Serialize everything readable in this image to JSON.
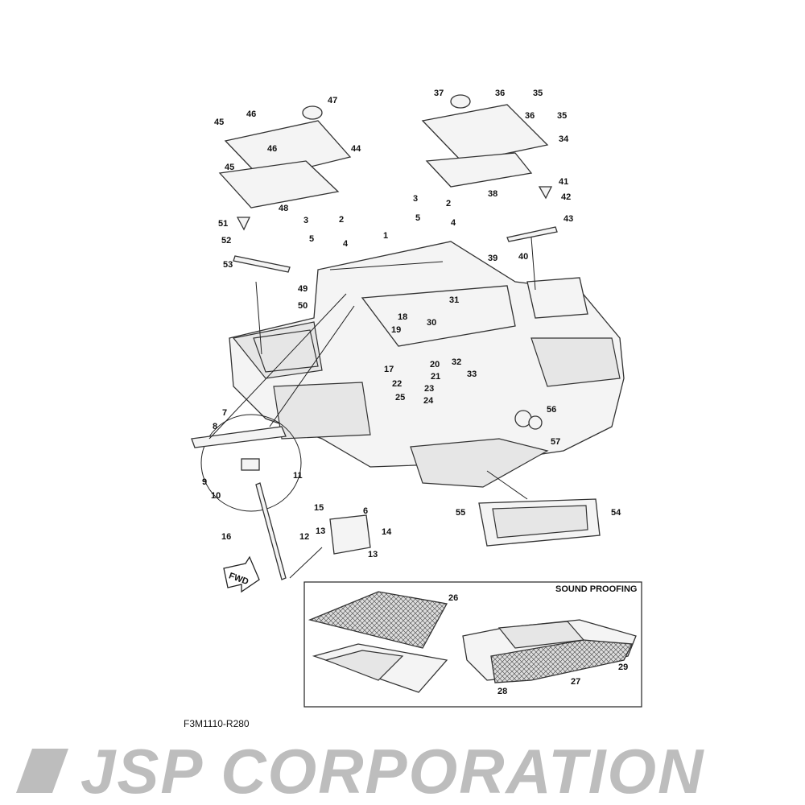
{
  "diagram_code": "F3M1110-R280",
  "inset_title": "SOUND PROOFING",
  "fwd_label": "FWD",
  "watermark": "JSP CORPORATION",
  "callouts": [
    "47",
    "46",
    "45",
    "46",
    "45",
    "44",
    "48",
    "51",
    "52",
    "53",
    "3",
    "2",
    "5",
    "4",
    "1",
    "49",
    "50",
    "37",
    "36",
    "35",
    "36",
    "35",
    "34",
    "38",
    "41",
    "42",
    "43",
    "3",
    "2",
    "5",
    "4",
    "39",
    "40",
    "31",
    "18",
    "19",
    "30",
    "17",
    "20",
    "21",
    "22",
    "23",
    "25",
    "24",
    "32",
    "33",
    "56",
    "57",
    "7",
    "8",
    "9",
    "10",
    "11",
    "16",
    "15",
    "6",
    "12",
    "13",
    "14",
    "13",
    "55",
    "54",
    "26",
    "27",
    "28",
    "29"
  ]
}
